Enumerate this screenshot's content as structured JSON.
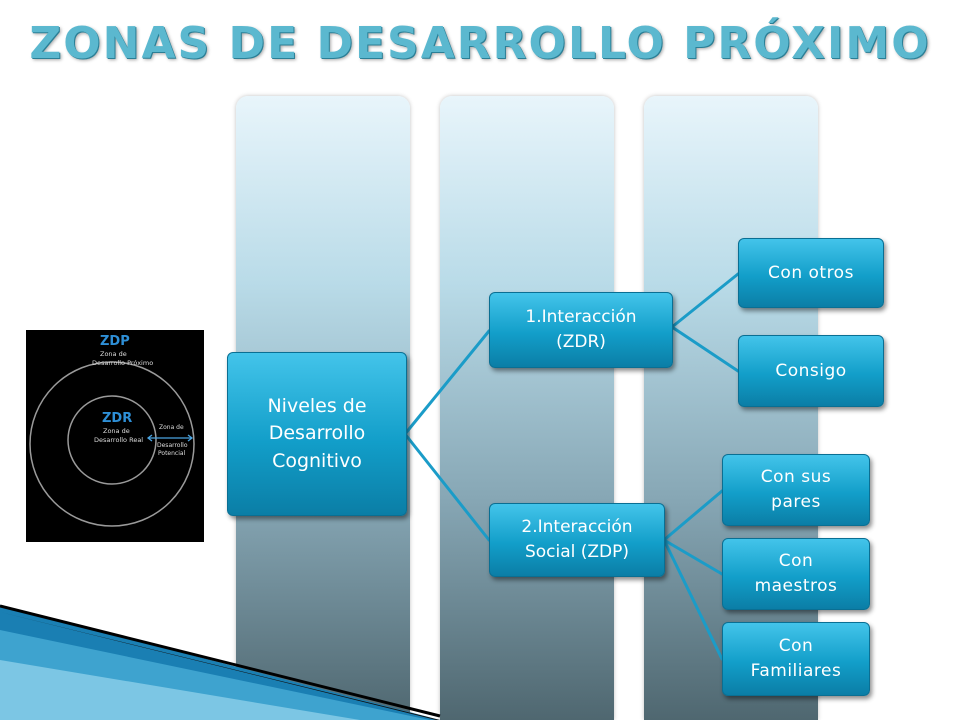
{
  "title": "ZONAS DE DESARROLLO PRÓXIMO",
  "diagram": {
    "root": "Niveles de\nDesarrollo\nCognitivo",
    "branch_1": "1.Interacción\n(ZDR)",
    "branch_2": "2.Interacción\nSocial (ZDP)",
    "leaves_1": [
      "Con otros",
      "Consigo"
    ],
    "leaves_2": [
      "Con sus\npares",
      "Con\nmaestros",
      "Con\nFamiliares"
    ]
  },
  "image": {
    "outer_label": "ZDP",
    "outer_sub": "Zona de\nDesarrollo Próximo",
    "inner_label": "ZDR",
    "inner_sub": "Zona de\nDesarrollo Real",
    "side_label": "Zona de\nDesarrollo\nPotencial"
  },
  "colors": {
    "title": "#5bb8cf",
    "node": "#129ec9",
    "connector": "#1b9cc8"
  }
}
